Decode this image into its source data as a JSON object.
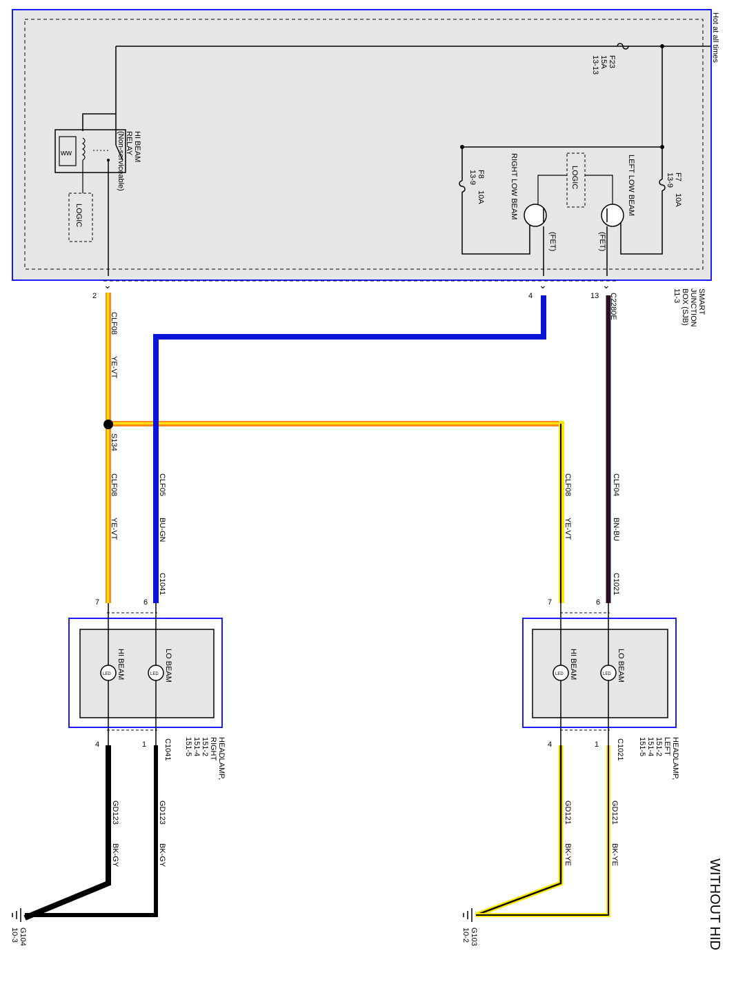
{
  "title": "WITHOUT HID",
  "power_note": "Hot at all times",
  "sjb": {
    "name_lines": [
      "SMART",
      "JUNCTION",
      "BOX (SJB)",
      "11-3"
    ],
    "relay_lines": [
      "HI BEAM",
      "RELAY",
      "(Non-serviceable)"
    ],
    "logic_label": "LOGIC",
    "f23": [
      "F23",
      "15A",
      "13-13"
    ],
    "f7": [
      "F7",
      "10A",
      "13-9"
    ],
    "f8": [
      "F8",
      "10A",
      "13-9"
    ],
    "left_low": "LEFT LOW BEAM",
    "right_low": "RIGHT LOW BEAM",
    "fet": "(FET)",
    "pin2": "2",
    "pin4": "4",
    "pin13": "13",
    "conn": "C2280E"
  },
  "wires": {
    "clf08": "CLF08",
    "yevt": "YE-VT",
    "clf05": "CLF05",
    "bugn": "BU-GN",
    "clf04": "CLF04",
    "bnbu": "BN-BU",
    "gd123": "GD123",
    "bkgy": "BK-GY",
    "gd121": "GD121",
    "bkye": "BK-YE"
  },
  "splice": "S134",
  "conn_right": "C1041",
  "conn_left": "C1021",
  "pin6": "6",
  "pin7": "7",
  "pin1": "1",
  "pin4": "4",
  "lo_beam": "LO BEAM",
  "hi_beam": "HI BEAM",
  "lamp_symbol": "LED",
  "headlamp_right": [
    "HEADLAMP,",
    "RIGHT",
    "151-2",
    "151-4",
    "151-5"
  ],
  "headlamp_left": [
    "HEADLAMP,",
    "LEFT",
    "151-2",
    "151-4",
    "151-5"
  ],
  "ground_right": [
    "G104",
    "10-3"
  ],
  "ground_left": [
    "G103",
    "10-2"
  ],
  "colors": {
    "border_blue": "#1a1aff",
    "box_grey": "#e6e6e6",
    "wire_blue": "#0a14d8",
    "wire_brown": "#2a1020",
    "wire_orange": "#ff8c1a",
    "wire_yellow": "#ffe600",
    "wire_black": "#000000"
  }
}
